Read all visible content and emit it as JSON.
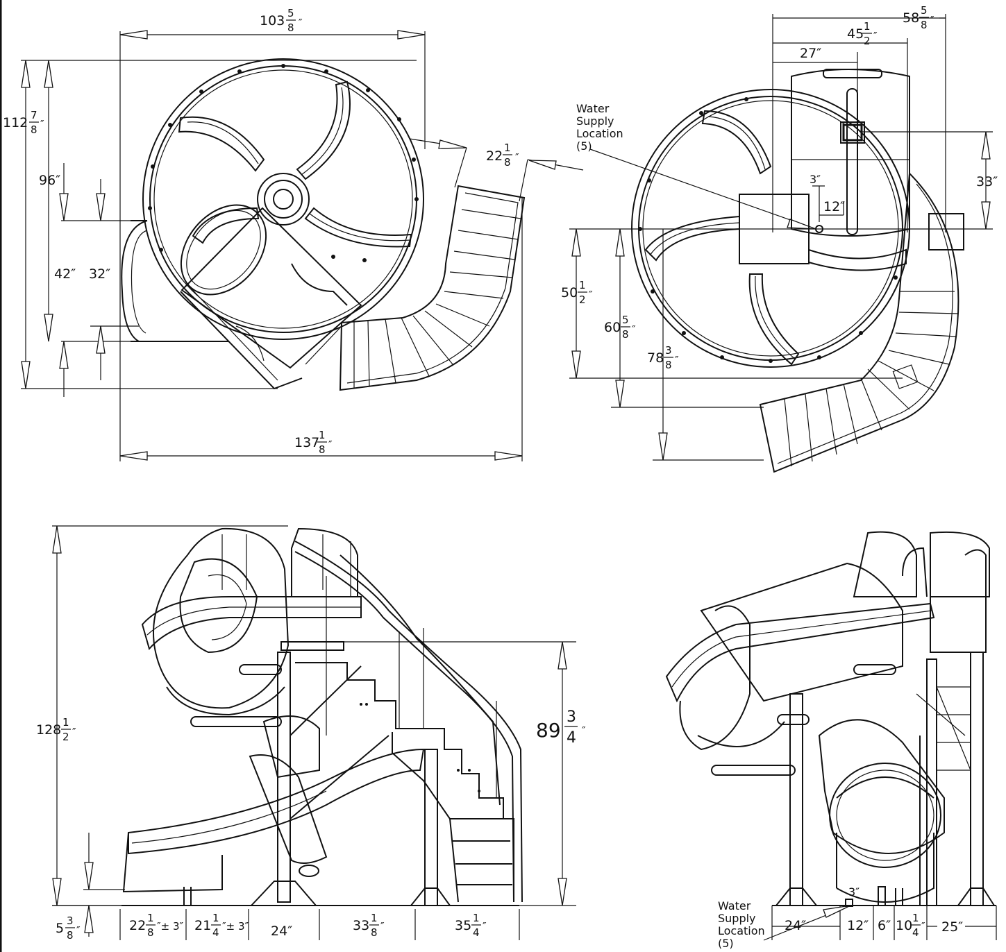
{
  "top_left_view": {
    "dim_width_top": {
      "whole": "103",
      "num": "5",
      "den": "8",
      "unit": "″"
    },
    "dim_height_total": {
      "whole": "112",
      "num": "7",
      "den": "8",
      "unit": "″"
    },
    "dim_96": "96″",
    "dim_42": "42″",
    "dim_32": "32″",
    "dim_22": {
      "whole": "22",
      "num": "1",
      "den": "8",
      "unit": "″"
    },
    "dim_width_bottom": {
      "whole": "137",
      "num": "1",
      "den": "8",
      "unit": "″"
    }
  },
  "top_right_view": {
    "dim_58": {
      "whole": "58",
      "num": "5",
      "den": "8",
      "unit": "″"
    },
    "dim_45": {
      "whole": "45",
      "num": "1",
      "den": "2",
      "unit": "″"
    },
    "dim_27": "27″",
    "water_label": [
      "Water",
      "Supply",
      "Location",
      "(5)"
    ],
    "dim_3": "3″",
    "dim_12": "12″",
    "dim_33": "33″",
    "dim_50": {
      "whole": "50",
      "num": "1",
      "den": "2",
      "unit": "″"
    },
    "dim_60": {
      "whole": "60",
      "num": "5",
      "den": "8",
      "unit": "″"
    },
    "dim_78": {
      "whole": "78",
      "num": "3",
      "den": "8",
      "unit": "″"
    }
  },
  "bottom_left_view": {
    "dim_128": {
      "whole": "128",
      "num": "1",
      "den": "2",
      "unit": "″"
    },
    "dim_89": {
      "whole": "89",
      "num": "3",
      "den": "4",
      "unit": "″"
    },
    "dim_5": {
      "whole": "5",
      "num": "3",
      "den": "8",
      "unit": "″"
    },
    "dim_22_tol": {
      "whole": "22",
      "num": "1",
      "den": "8",
      "unit": "″± 3″"
    },
    "dim_21_tol": {
      "whole": "21",
      "num": "1",
      "den": "4",
      "unit": "″± 3″"
    },
    "dim_24": "24″",
    "dim_33": {
      "whole": "33",
      "num": "1",
      "den": "8",
      "unit": "″"
    },
    "dim_35": {
      "whole": "35",
      "num": "1",
      "den": "4",
      "unit": "″"
    }
  },
  "bottom_right_view": {
    "water_label": [
      "Water",
      "Supply",
      "Location",
      "(5)"
    ],
    "dim_3": "3″",
    "dim_24": "24″",
    "dim_12": "12″",
    "dim_6": "6″",
    "dim_10": {
      "whole": "10",
      "num": "1",
      "den": "4",
      "unit": "″"
    },
    "dim_25": "25″"
  }
}
